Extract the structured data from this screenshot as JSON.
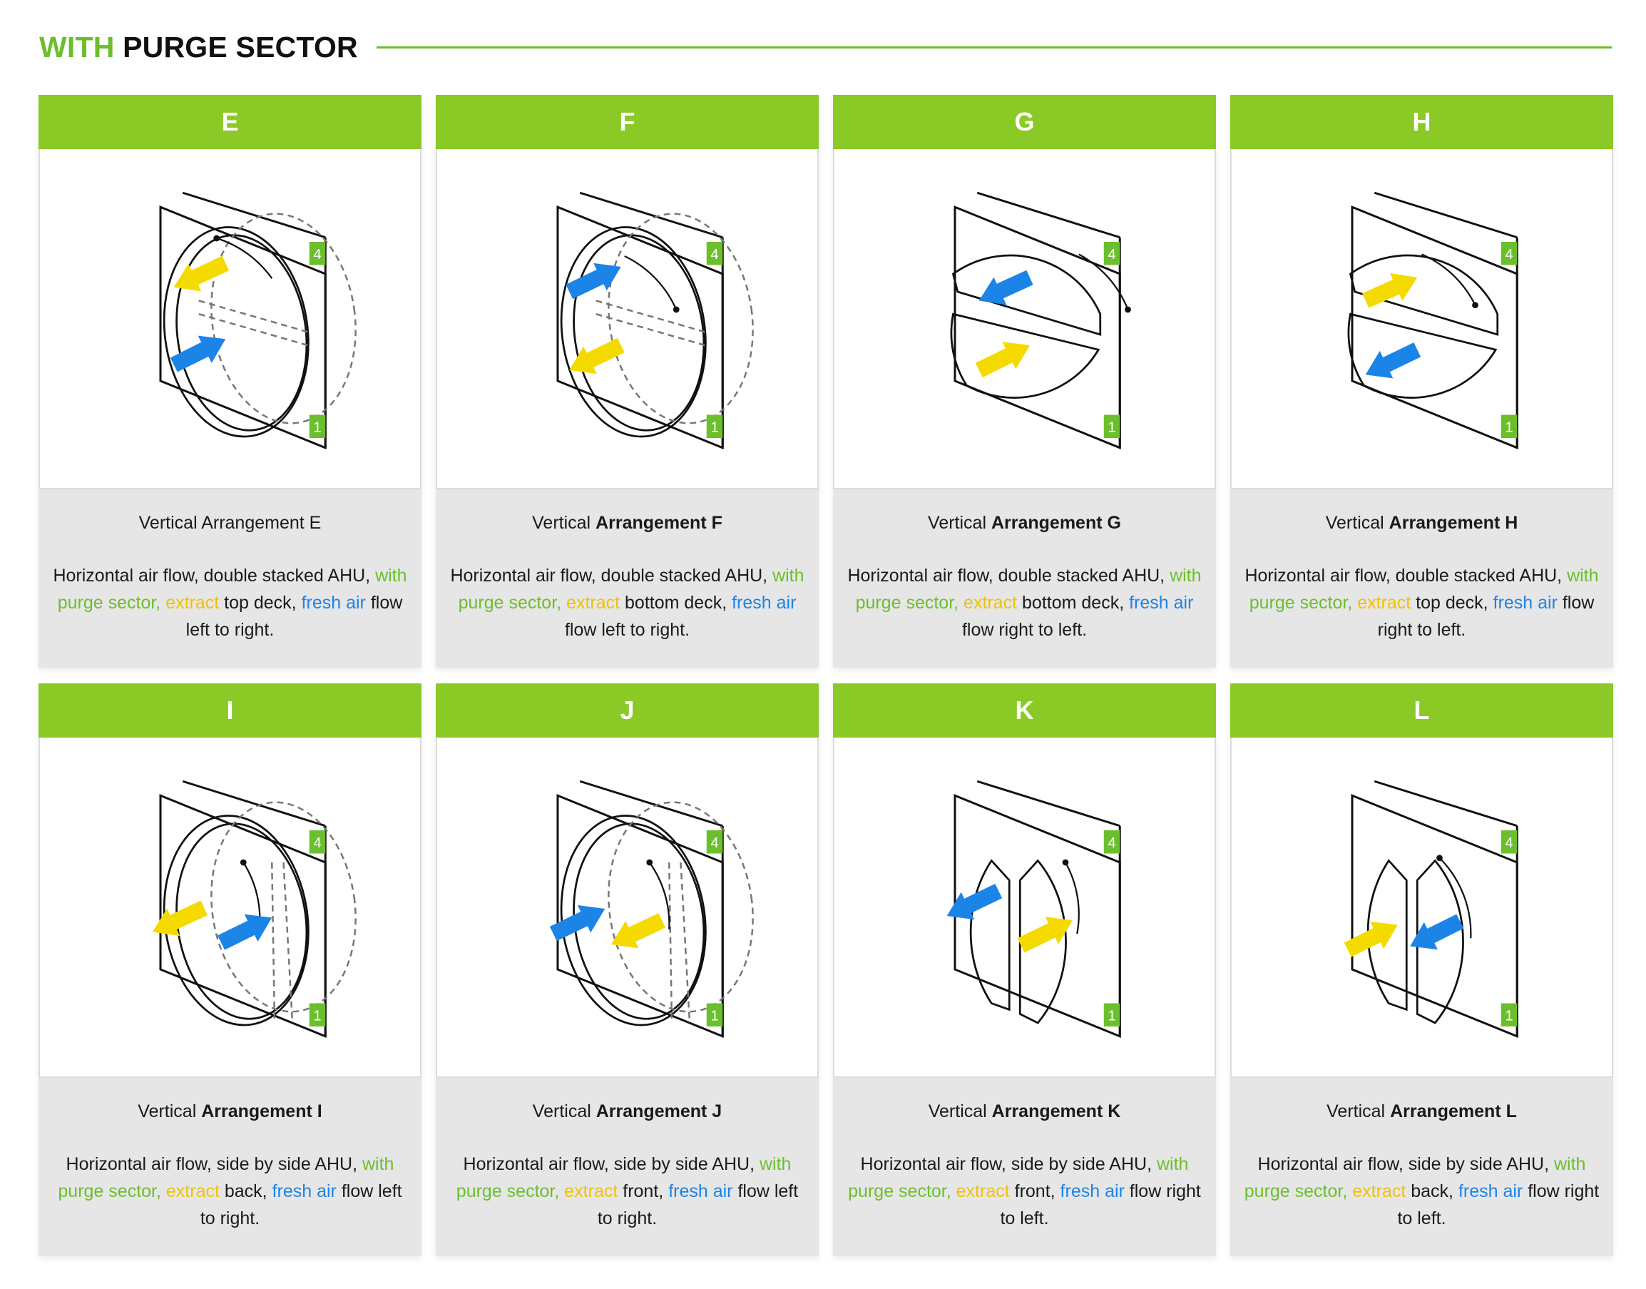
{
  "header": {
    "title_accent": "WITH",
    "title_main": "PURGE SECTOR"
  },
  "colors": {
    "green": "#8ac926",
    "yellow": "#f5da00",
    "blue": "#1c84e6"
  },
  "cards": [
    {
      "letter": "E",
      "title_pre": "Vertical Arrangement E",
      "title_bold": "",
      "marks": [
        "4",
        "1"
      ],
      "desc": {
        "p1": "Horizontal air flow, double stacked AHU, ",
        "g": "with purge sector, ",
        "y": "extract",
        "p2": " top deck, ",
        "b": "fresh air",
        "p3": " flow left to right."
      }
    },
    {
      "letter": "F",
      "title_pre": "Vertical ",
      "title_bold": "Arrangement F",
      "marks": [
        "4",
        "1"
      ],
      "desc": {
        "p1": "Horizontal air flow, double stacked AHU, ",
        "g": "with purge sector, ",
        "y": "extract",
        "p2": " bottom deck, ",
        "b": "fresh air",
        "p3": " flow left to right."
      }
    },
    {
      "letter": "G",
      "title_pre": "Vertical ",
      "title_bold": "Arrangement G",
      "marks": [
        "4",
        "1"
      ],
      "desc": {
        "p1": "Horizontal air flow, double stacked AHU, ",
        "g": "with purge sector, ",
        "y": "extract",
        "p2": " bottom deck, ",
        "b": "fresh air",
        "p3": " flow right to left."
      }
    },
    {
      "letter": "H",
      "title_pre": "Vertical ",
      "title_bold": "Arrangement H",
      "marks": [
        "4",
        "1"
      ],
      "desc": {
        "p1": "Horizontal air flow, double stacked AHU, ",
        "g": "with purge sector, ",
        "y": "extract",
        "p2": " top deck, ",
        "b": "fresh air",
        "p3": " flow right to left."
      }
    },
    {
      "letter": "I",
      "title_pre": "Vertical ",
      "title_bold": "Arrangement I",
      "marks": [
        "4",
        "1"
      ],
      "desc": {
        "p1": "Horizontal air flow, side by side AHU, ",
        "g": "with purge sector, ",
        "y": "extract",
        "p2": " back, ",
        "b": "fresh air",
        "p3": " flow left to right."
      }
    },
    {
      "letter": "J",
      "title_pre": "Vertical ",
      "title_bold": "Arrangement J",
      "marks": [
        "4",
        "1"
      ],
      "desc": {
        "p1": "Horizontal air flow, side by side AHU, ",
        "g": "with purge sector, ",
        "y": "extract",
        "p2": " front, ",
        "b": "fresh air",
        "p3": " flow left to right."
      }
    },
    {
      "letter": "K",
      "title_pre": "Vertical ",
      "title_bold": "Arrangement K",
      "marks": [
        "4",
        "1"
      ],
      "desc": {
        "p1": "Horizontal air flow, side by side AHU, ",
        "g": "with purge sector, ",
        "y": "extract",
        "p2": " front, ",
        "b": "fresh air",
        "p3": " flow right to left."
      }
    },
    {
      "letter": "L",
      "title_pre": "Vertical ",
      "title_bold": "Arrangement L",
      "marks": [
        "4",
        "1"
      ],
      "desc": {
        "p1": "Horizontal air flow, side by side AHU, ",
        "g": "with purge sector, ",
        "y": "extract",
        "p2": " back, ",
        "b": "fresh air",
        "p3": " flow right to left."
      }
    }
  ]
}
